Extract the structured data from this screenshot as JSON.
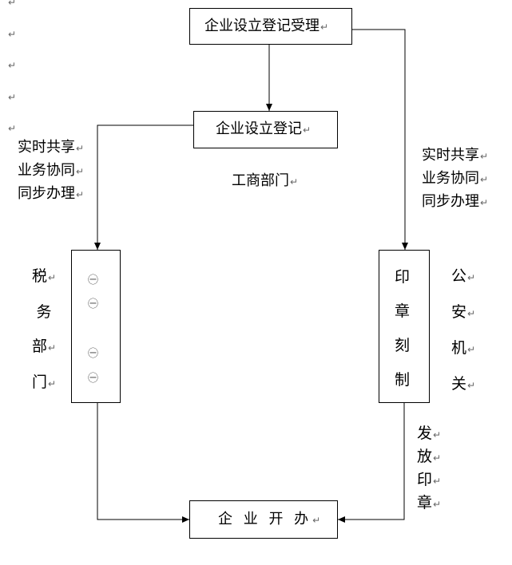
{
  "paragraph_mark": "↵",
  "boxes": {
    "registration_acceptance": "企业设立登记受理",
    "registration": "企业设立登记",
    "business_start": "企 业 开 办"
  },
  "labels": {
    "aic_dept": "工商部门",
    "tax_dept": [
      "税",
      "务",
      "部",
      "门"
    ],
    "stamp_making": [
      "印",
      "章",
      "刻",
      "制"
    ],
    "public_security": [
      "公",
      "安",
      "机",
      "关"
    ],
    "issue_stamp": [
      "发",
      "放",
      "印",
      "章"
    ],
    "share_left": [
      "实时共享",
      "业务协同",
      "同步办理"
    ],
    "share_right": [
      "实时共享",
      "业务协同",
      "同步办理"
    ],
    "tax_box_marks": [
      "㊀",
      "㊀",
      "㊀",
      "㊀"
    ]
  }
}
